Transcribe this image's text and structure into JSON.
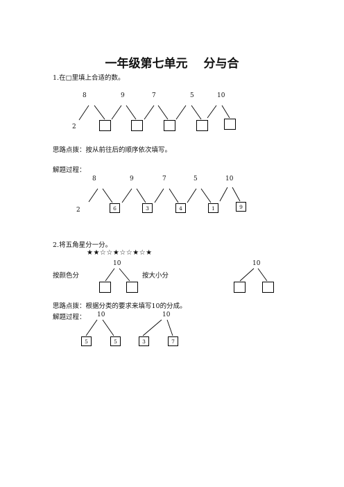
{
  "title": "一年级第七单元　 分与合",
  "q1": {
    "prompt": "1.在□里填上合适的数。",
    "tops": [
      "8",
      "9",
      "7",
      "5",
      "10"
    ],
    "given": "2",
    "hint": "思路点拨：按从前往后的顺序依次填写。",
    "solution_label": "解题过程：",
    "solution_tops": [
      "8",
      "9",
      "7",
      "5",
      "10"
    ],
    "solution_given": "2",
    "answers": [
      "6",
      "3",
      "4",
      "1",
      "9"
    ]
  },
  "q2": {
    "prompt": "2.将五角星分一分。",
    "stars": "★★☆☆★☆☆★☆★",
    "left_top": "10",
    "right_top": "10",
    "by_color": "按颜色分",
    "by_size": "按大小分",
    "hint": "思路点拨：根据分类的要求来填写10的分成。",
    "solution_label": "解题过程：",
    "solution_top_a": "10",
    "solution_top_b": "10",
    "answers": [
      "5",
      "5",
      "3",
      "7"
    ]
  }
}
